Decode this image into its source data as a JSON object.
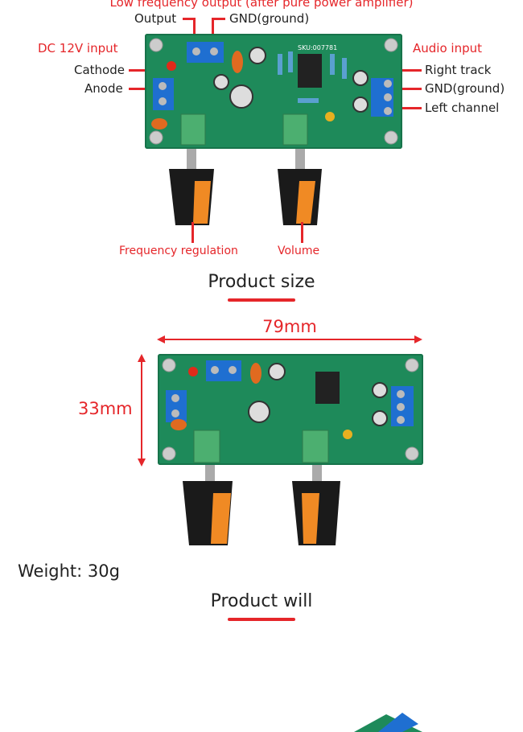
{
  "section1": {
    "top_caption": "Low frequency output (after pure power amplifier)",
    "labels": {
      "output": "Output",
      "gnd_top": "GND(ground)",
      "dc_input": "DC 12V input",
      "cathode": "Cathode",
      "anode": "Anode",
      "audio_input": "Audio input",
      "right_track": "Right track",
      "gnd_right": "GND(ground)",
      "left_channel": "Left channel",
      "frequency_regulation": "Frequency regulation",
      "volume": "Volume"
    },
    "board_sku": "SKU:007781"
  },
  "section2": {
    "title": "Product size",
    "width_label": "79mm",
    "height_label": "33mm",
    "weight": "Weight: 30g"
  },
  "section3": {
    "title": "Product will"
  },
  "colors": {
    "accent": "#e5262a",
    "pcb": "#1e8a5a",
    "terminal": "#1f6fd1",
    "knob": "#1a1a1a",
    "knob_orange": "#f08a24"
  }
}
